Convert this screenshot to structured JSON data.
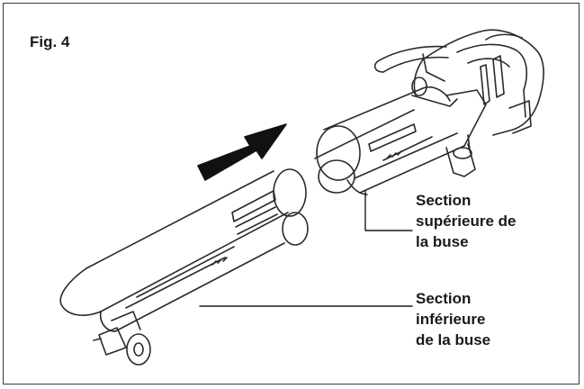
{
  "figure": {
    "title": "Fig. 4",
    "callouts": {
      "upper": [
        "Section",
        "supérieure de",
        "la buse"
      ],
      "lower": [
        "Section",
        "inférieure",
        "de la buse"
      ]
    }
  },
  "colors": {
    "line": "#2a2a2a",
    "arrow": "#111111",
    "frame": "#3a3a3a"
  }
}
